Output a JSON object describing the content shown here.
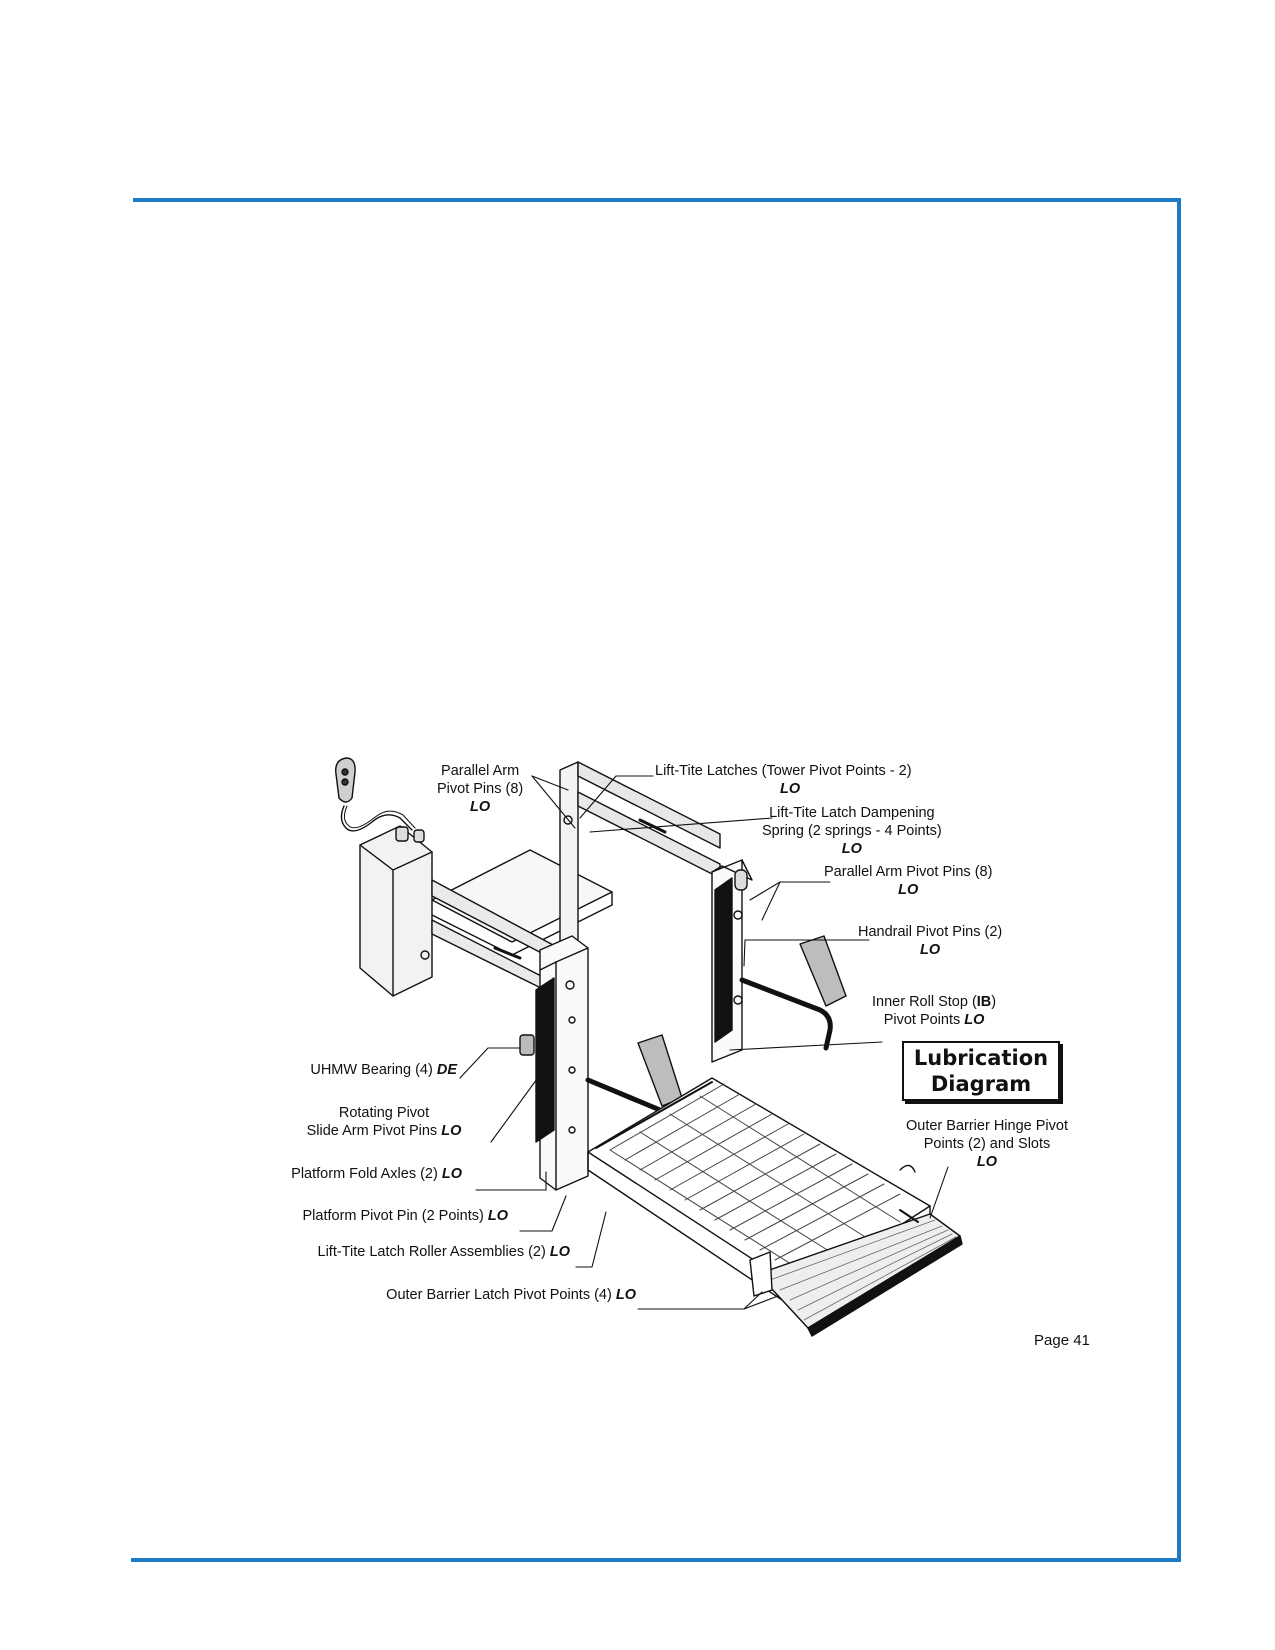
{
  "colors": {
    "frame": "#1f7bc1",
    "ink": "#111111"
  },
  "diagram": {
    "title_line1": "Lubrication",
    "title_line2": "Diagram",
    "labels": {
      "parallel_arm_left_l1": "Parallel Arm",
      "parallel_arm_left_l2": "Pivot Pins (8)",
      "parallel_arm_left_code": "LO",
      "lift_tite_latches": "Lift-Tite Latches (Tower Pivot Points - 2)",
      "lift_tite_latches_code": "LO",
      "dampening_l1": "Lift-Tite Latch Dampening",
      "dampening_l2": "Spring (2 springs - 4 Points)",
      "dampening_code": "LO",
      "parallel_arm_right": "Parallel Arm Pivot Pins (8)",
      "parallel_arm_right_code": "LO",
      "handrail": "Handrail Pivot Pins (2)",
      "handrail_code": "LO",
      "inner_roll_l1_a": "Inner Roll Stop (",
      "inner_roll_l1_b": "IB",
      "inner_roll_l1_c": ")",
      "inner_roll_l2": "Pivot Points",
      "inner_roll_code": "LO",
      "uhmw": "UHMW Bearing (4)",
      "uhmw_code": "DE",
      "rotating_l1": "Rotating Pivot",
      "rotating_l2": "Slide Arm Pivot Pins",
      "rotating_code": "LO",
      "outer_hinge_l1": "Outer Barrier Hinge Pivot",
      "outer_hinge_l2": "Points (2) and Slots",
      "outer_hinge_code": "LO",
      "fold_axles": "Platform Fold Axles (2)",
      "fold_axles_code": "LO",
      "pivot_pin": "Platform Pivot Pin (2 Points)",
      "pivot_pin_code": "LO",
      "roller": "Lift-Tite Latch Roller Assemblies (2)",
      "roller_code": "LO",
      "outer_latch": "Outer Barrier Latch Pivot Points (4)",
      "outer_latch_code": "LO"
    },
    "icons": [
      "pendant-control",
      "pump-module",
      "lift-towers",
      "handrails",
      "platform-grating",
      "outer-barrier"
    ]
  },
  "page": {
    "number": "Page 41"
  }
}
